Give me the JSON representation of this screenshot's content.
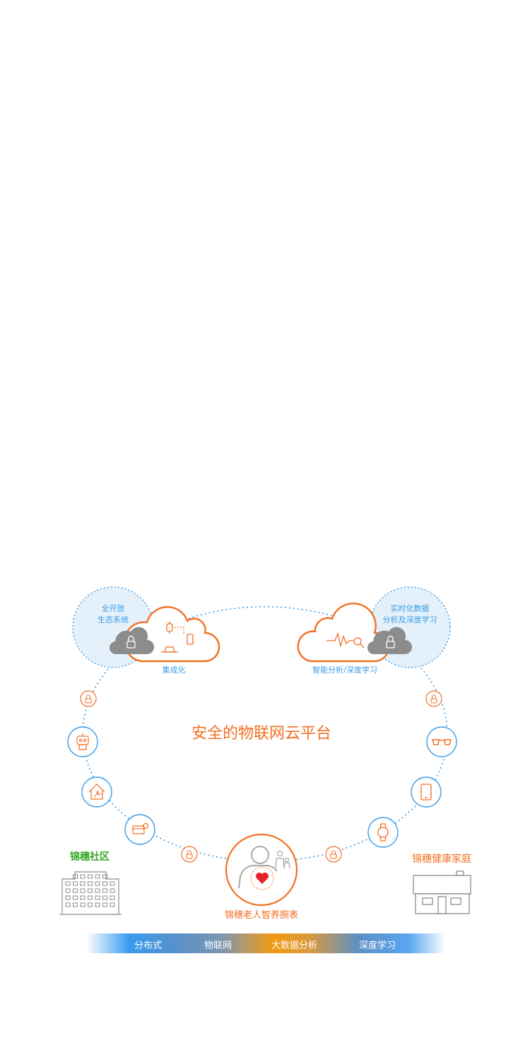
{
  "diagram": {
    "title": "安全的物联网云平台",
    "left_bubble": {
      "line1": "全开放",
      "line2": "生态系统"
    },
    "right_bubble": {
      "line1": "实时化数据",
      "line2": "分析及深度学习"
    },
    "left_cloud_label": "集成化",
    "right_cloud_label": "智能分析/深度学习",
    "community_label": "锦穗社区",
    "home_label": "锦穗健康家庭",
    "watch_label": "锦穗老人智养腕表",
    "colors": {
      "orange": "#f26f21",
      "blue": "#3a9ce6",
      "green": "#35a627",
      "gray": "#8c8c8c",
      "light_blue": "#e4f1fb"
    },
    "icons": [
      "lock-icon",
      "robot-icon",
      "smart-home-icon",
      "card-icon",
      "glasses-icon",
      "phone-icon",
      "watch-icon",
      "elderly-person-icon",
      "heart-icon",
      "family-icon",
      "building-icon",
      "house-icon",
      "pulse-search-icon",
      "watch-phone-icon"
    ]
  },
  "bottom_bar": {
    "items": [
      "分布式",
      "物联网",
      "大数据分析",
      "深度学习"
    ]
  }
}
